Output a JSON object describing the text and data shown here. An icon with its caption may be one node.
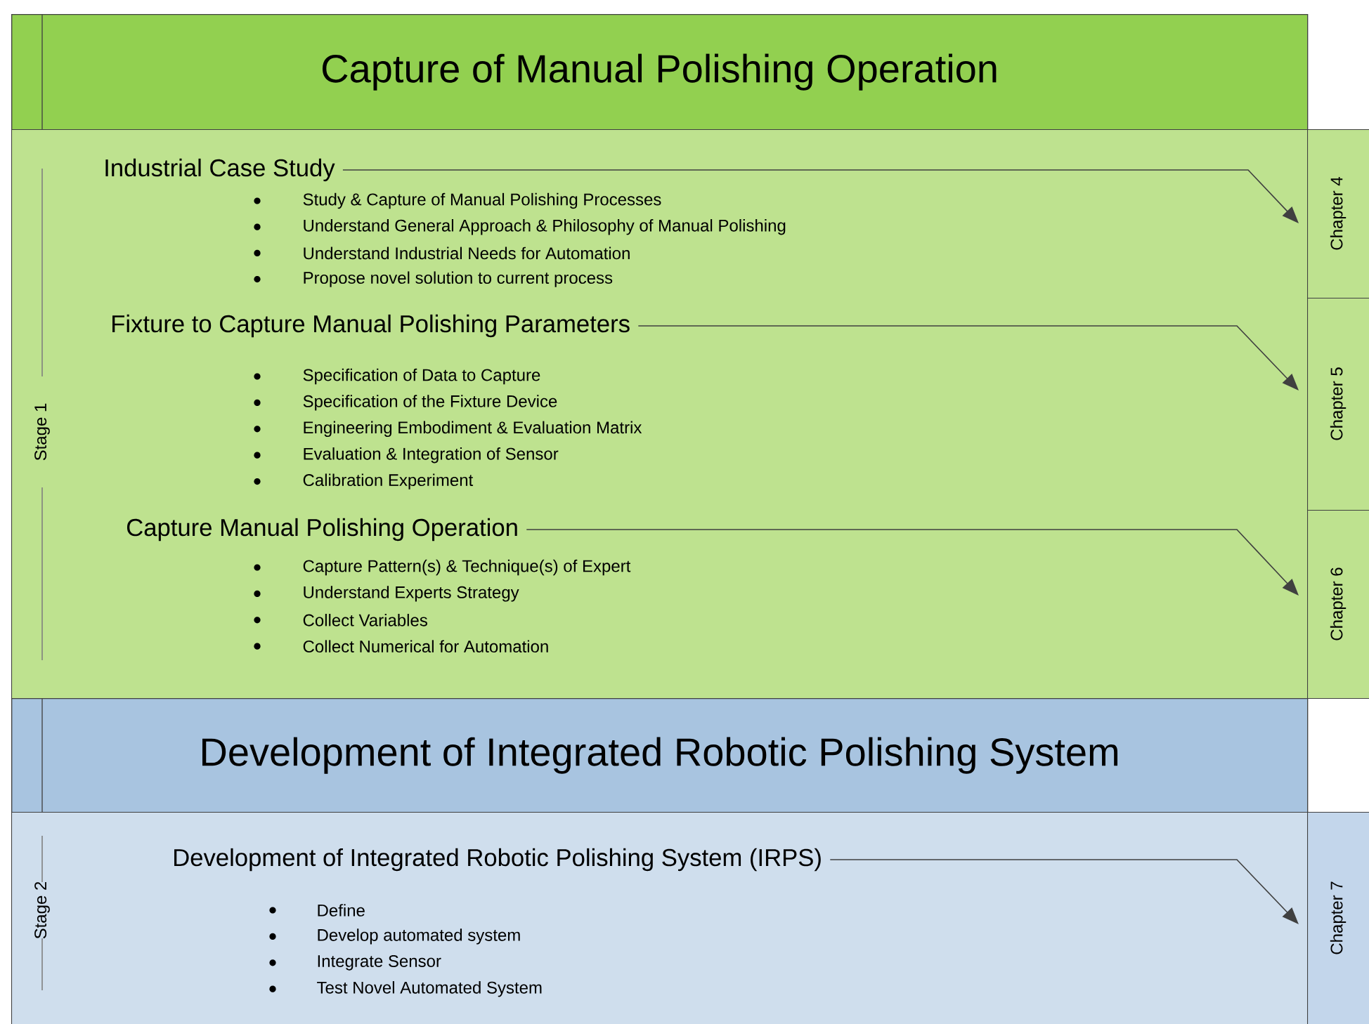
{
  "diagram": {
    "nodes": [
      {
        "text": [
          "Capture of Manual Polishing Operation"
        ]
      },
      {
        "text": [
          "Stage 1"
        ]
      },
      {
        "text": [
          "Industrial Case Study",
          "Study & Capture of Manual Polishing Processes",
          "Understand General Approach & Philosophy of Manual Polishing",
          "Understand Industrial Needs for Automation",
          "Propose novel solution to current process"
        ],
        "in": 1
      },
      {
        "text": [
          "Fixture to Capture Manual Polishing Parameters",
          "Specification of Data to Capture",
          "Specification of the Fixture Device",
          "Engineering Embodiment & Evaluation Matrix",
          "Evaluation & Integration of Sensor",
          "Calibration Experiment"
        ],
        "in": 1
      },
      {
        "text": [
          "Capture Manual Polishing Operation",
          "Capture Pattern(s) & Technique(s) of Expert",
          "Understand Experts Strategy",
          "Collect Variables",
          "Collect Numerical for Automation"
        ],
        "in": 1
      },
      {
        "text": [
          "Chapter 4"
        ]
      },
      {
        "text": [
          "Chapter 5"
        ]
      },
      {
        "text": [
          "Chapter 6"
        ]
      },
      {
        "text": [
          "Development of Integrated Robotic Polishing System"
        ]
      },
      {
        "text": [
          "Stage 2"
        ]
      },
      {
        "text": [
          "Development of Integrated Robotic Polishing System (IRPS)",
          "Define",
          "Develop automated system",
          "Integrate Sensor",
          "Test Novel Automated System"
        ],
        "in": 9
      },
      {
        "text": [
          "Chapter 7"
        ]
      }
    ],
    "edges": [
      {
        "from": 2,
        "to": 5,
        "arrow": "to"
      },
      {
        "from": 3,
        "to": 6,
        "arrow": "to"
      },
      {
        "from": 4,
        "to": 7,
        "arrow": "to"
      },
      {
        "from": 10,
        "to": 11,
        "arrow": "to"
      }
    ]
  }
}
